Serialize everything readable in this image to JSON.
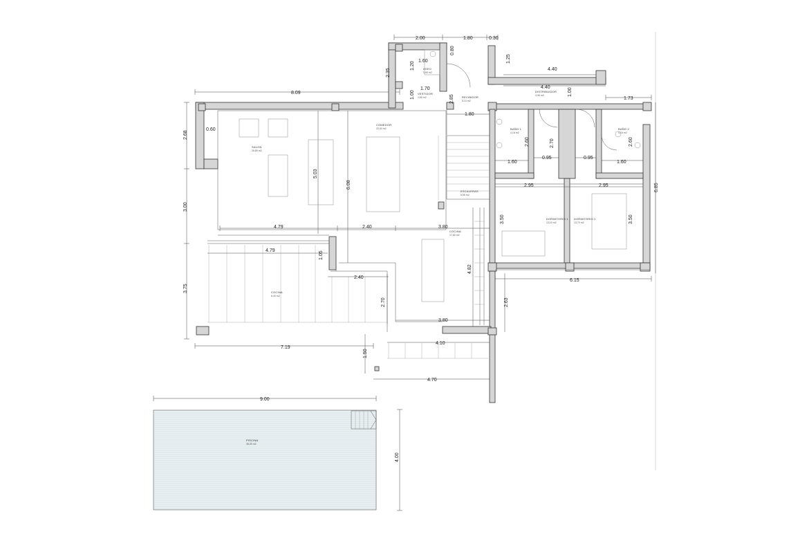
{
  "rooms": {
    "aseo": {
      "name": "ASEO",
      "area": "1,90 m2"
    },
    "vestidor": {
      "name": "VESTIDOR",
      "area": "1,60 m2"
    },
    "recibidor": {
      "name": "RECIBIDOR",
      "area": "5,10 m2"
    },
    "distribuidor": {
      "name": "DISTRIBUIDOR",
      "area": "4,36 m2"
    },
    "salon": {
      "name": "SALON",
      "area": "26,80 m2"
    },
    "comedor": {
      "name": "COMEDOR",
      "area": "22,04 m2"
    },
    "bano1": {
      "name": "BAÑO 1",
      "area": "4,16 m2"
    },
    "bano2": {
      "name": "BAÑO 2",
      "area": "4,16 m2"
    },
    "escaleras": {
      "name": "ESCALERAS",
      "area": "6,55 m2"
    },
    "dormitorio1": {
      "name": "DORMITORIO 1",
      "area": "13,10 m2"
    },
    "dormitorio2": {
      "name": "DORMITORIO 2",
      "area": "13,70 m2"
    },
    "cocina_left": {
      "name": "COCINA",
      "area": "6,40 m2"
    },
    "cocina_right": {
      "name": "COCINA",
      "area": "17,60 m2"
    },
    "piscina": {
      "name": "PISCINA",
      "area": "36,00 m2"
    }
  },
  "dimensions": {
    "d_2_00": "2.00",
    "d_1_80_top": "1.80",
    "d_0_30": "0.30",
    "d_0_80": "0.80",
    "d_1_60_aseo": "1.60",
    "d_1_20": "1.20",
    "d_2_35": "2.35",
    "d_1_25": "1.25",
    "d_4_40_a": "4.40",
    "d_4_40_b": "4.40",
    "d_1_70": "1.70",
    "d_1_00_vest": "1.00",
    "d_8_09": "8.09",
    "d_2_85": "2.85",
    "d_1_00_dist": "1.00",
    "d_1_73": "1.73",
    "d_1_80_mid": "1.80",
    "d_2_68": "2.68",
    "d_0_60": "0.60",
    "d_5_03": "5.03",
    "d_6_08": "6.08",
    "d_3_00": "3.00",
    "d_2_60_b1": "2.60",
    "d_2_70_b": "2.70",
    "d_2_60_b2": "2.60",
    "d_1_60_b1": "1.60",
    "d_0_95_a": "0.95",
    "d_0_95_b": "0.95",
    "d_1_60_b2": "1.60",
    "d_2_95_a": "2.95",
    "d_2_95_b": "2.95",
    "d_6_85": "6.85",
    "d_3_50_a": "3.50",
    "d_3_50_b": "3.50",
    "d_4_79_a": "4.79",
    "d_2_40_a": "2.40",
    "d_3_80_a": "3.80",
    "d_4_79_b": "4.79",
    "d_1_05": "1.05",
    "d_6_15": "6.15",
    "d_3_75": "3.75",
    "d_2_40_b": "2.40",
    "d_4_82": "4.82",
    "d_2_70_k": "2.70",
    "d_2_63": "2.63",
    "d_3_80_b": "3.80",
    "d_4_10": "4.10",
    "d_7_19": "7.19",
    "d_1_50": "1.50",
    "d_4_70": "4.70",
    "d_9_00": "9.00",
    "d_4_00": "4.00"
  }
}
